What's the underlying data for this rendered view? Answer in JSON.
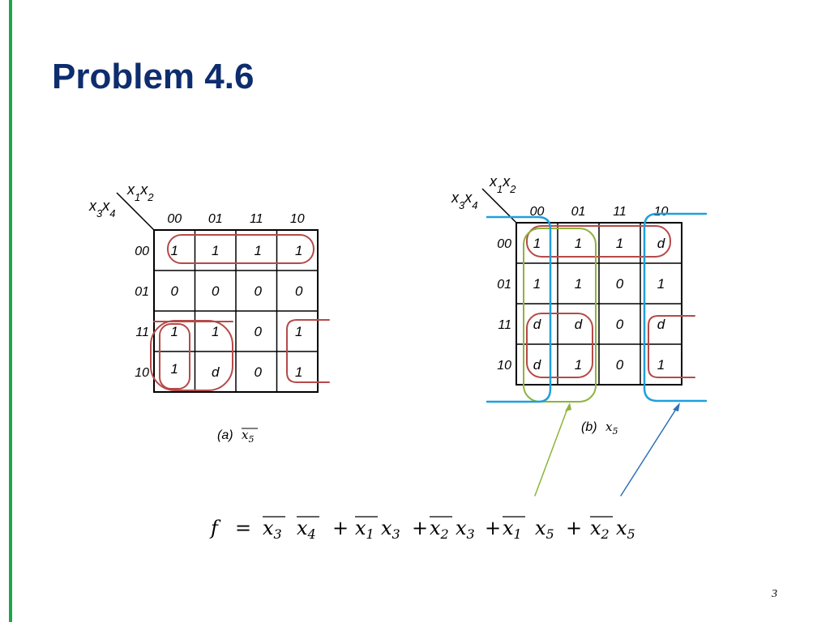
{
  "slide": {
    "title": "Problem 4.6",
    "page_number": "3",
    "accent_color": "#1aa84a",
    "title_color": "#0e2d6e"
  },
  "loop_colors": {
    "red": "#b64949",
    "green": "#8cb43c",
    "blue": "#1fa0dd",
    "arrow_green": "#8cb43c",
    "arrow_blue": "#2f71b8"
  },
  "map_a": {
    "col_var": [
      "x",
      "1",
      "x",
      "2"
    ],
    "row_var": [
      "x",
      "3",
      "x",
      "4"
    ],
    "col_labels": [
      "00",
      "01",
      "11",
      "10"
    ],
    "row_labels": [
      "00",
      "01",
      "11",
      "10"
    ],
    "cells": [
      [
        "1",
        "1",
        "1",
        "1"
      ],
      [
        "0",
        "0",
        "0",
        "0"
      ],
      [
        "1",
        "1",
        "0",
        "1"
      ],
      [
        "1",
        "d",
        "0",
        "1"
      ]
    ],
    "caption": {
      "prefix": "(a)",
      "var": "x",
      "sub": "5",
      "overline": true
    }
  },
  "map_b": {
    "col_var": [
      "x",
      "1",
      "x",
      "2"
    ],
    "row_var": [
      "x",
      "3",
      "x",
      "4"
    ],
    "col_labels": [
      "00",
      "01",
      "11",
      "10"
    ],
    "row_labels": [
      "00",
      "01",
      "11",
      "10"
    ],
    "cells": [
      [
        "1",
        "1",
        "1",
        "d"
      ],
      [
        "1",
        "1",
        "0",
        "1"
      ],
      [
        "d",
        "d",
        "0",
        "d"
      ],
      [
        "d",
        "1",
        "0",
        "1"
      ]
    ],
    "caption": {
      "prefix": "(b)",
      "var": "x",
      "sub": "5",
      "overline": false
    }
  },
  "equation": {
    "lhs": "f",
    "eq": "=",
    "terms": [
      [
        {
          "v": "x",
          "s": "3",
          "bar": true
        },
        {
          "v": "x",
          "s": "4",
          "bar": true
        }
      ],
      [
        {
          "v": "x",
          "s": "1",
          "bar": true
        },
        {
          "v": "x",
          "s": "3",
          "bar": false
        }
      ],
      [
        {
          "v": "x",
          "s": "2",
          "bar": true
        },
        {
          "v": "x",
          "s": "3",
          "bar": false
        }
      ],
      [
        {
          "v": "x",
          "s": "1",
          "bar": true
        },
        {
          "v": "x",
          "s": "5",
          "bar": false
        }
      ],
      [
        {
          "v": "x",
          "s": "2",
          "bar": true
        },
        {
          "v": "x",
          "s": "5",
          "bar": false
        }
      ]
    ],
    "plus": "+"
  }
}
